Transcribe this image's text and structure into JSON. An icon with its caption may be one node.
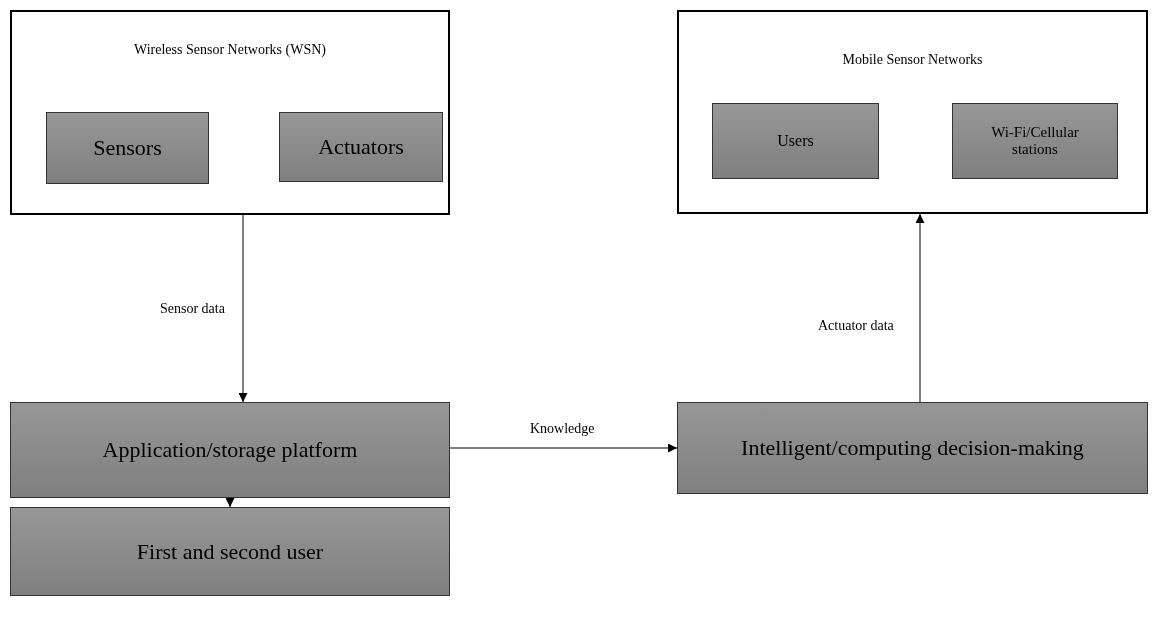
{
  "diagram": {
    "nodes": [
      {
        "text": [
          "Wireless Sensor Networks (WSN)"
        ]
      },
      {
        "text": [
          "Sensors"
        ],
        "in": 0
      },
      {
        "text": [
          "Actuators"
        ],
        "in": 0
      },
      {
        "text": [
          "Mobile Sensor Networks"
        ]
      },
      {
        "text": [
          "Users"
        ],
        "in": 3
      },
      {
        "text": [
          "Wi-Fi/Cellular stations"
        ],
        "in": 3
      },
      {
        "text": [
          "Application/storage platform"
        ]
      },
      {
        "text": [
          "First and second user"
        ]
      },
      {
        "text": [
          "Intelligent/computing decision-making"
        ]
      }
    ],
    "edges": [
      {
        "from": 0,
        "to": 6,
        "arrow": "to",
        "label": "Sensor data"
      },
      {
        "from": 6,
        "to": 8,
        "arrow": "to",
        "label": "Knowledge"
      },
      {
        "from": 8,
        "to": 3,
        "arrow": "to",
        "label": "Actuator data"
      },
      {
        "from": 6,
        "to": 7,
        "arrow": "to"
      }
    ]
  }
}
